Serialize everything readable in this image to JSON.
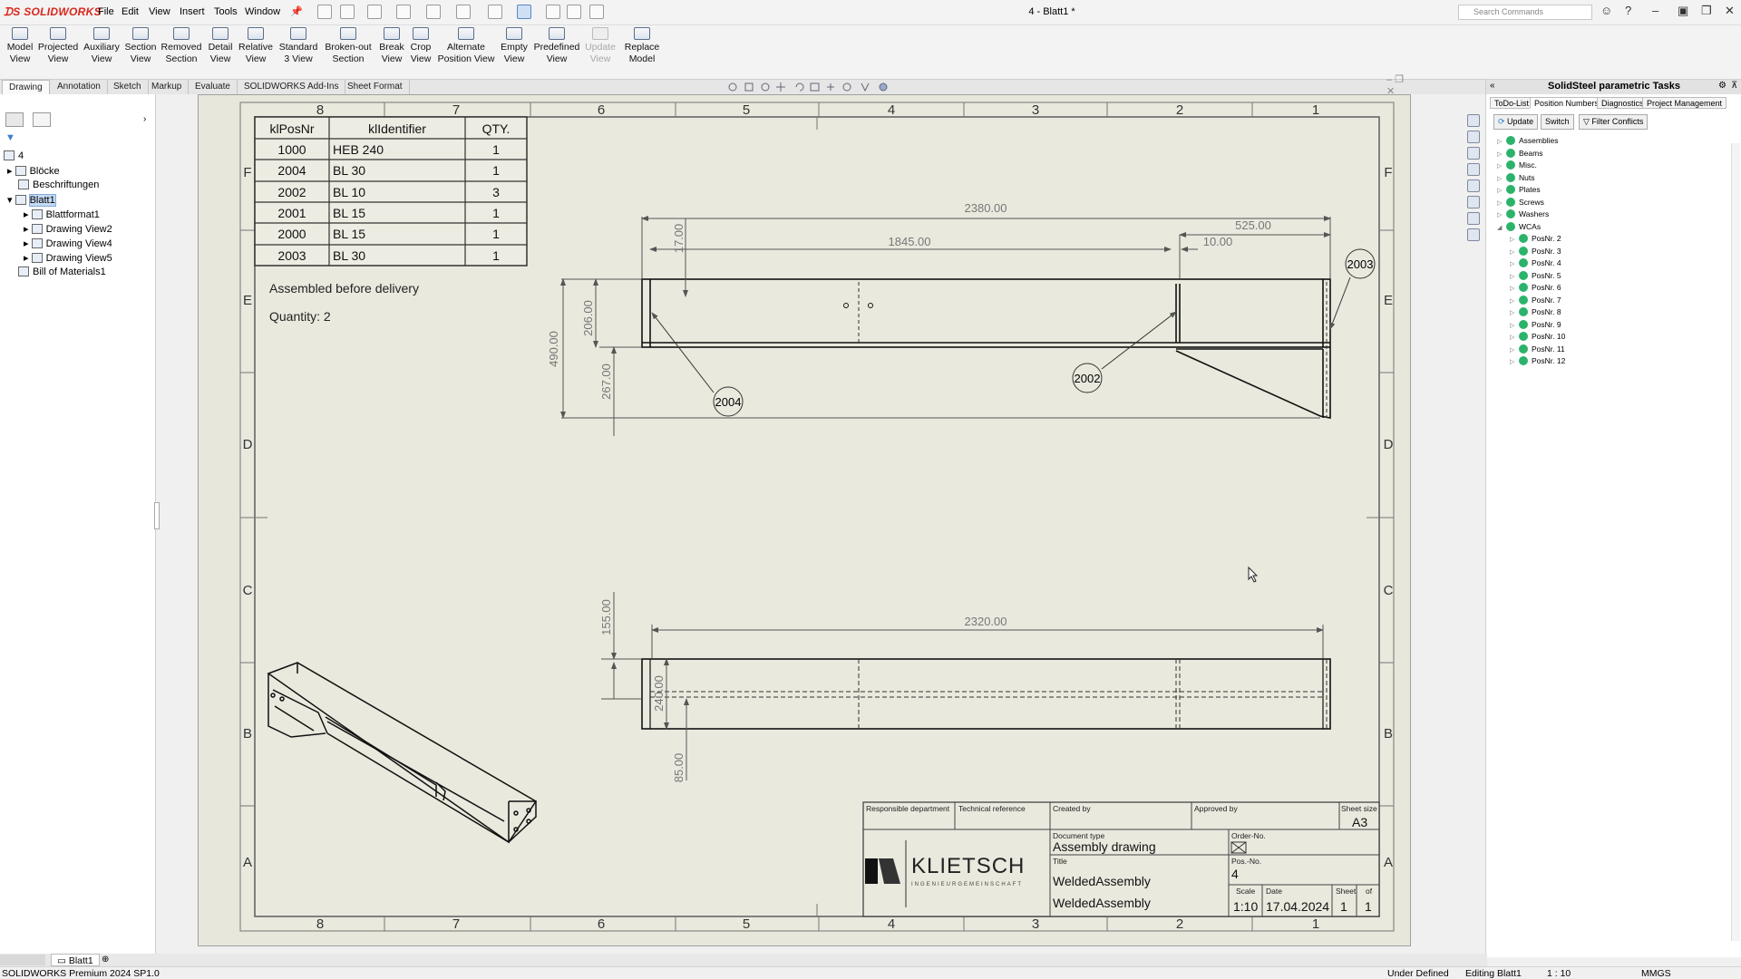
{
  "app": {
    "logo": "SOLIDWORKS",
    "doc_title": "4 - Blatt1 *",
    "search_placeholder": "Search Commands"
  },
  "menu": [
    "File",
    "Edit",
    "View",
    "Insert",
    "Tools",
    "Window"
  ],
  "ribbon": [
    {
      "l1": "Model",
      "l2": "View"
    },
    {
      "l1": "Projected",
      "l2": "View"
    },
    {
      "l1": "Auxiliary",
      "l2": "View"
    },
    {
      "l1": "Section",
      "l2": "View"
    },
    {
      "l1": "Removed",
      "l2": "Section"
    },
    {
      "l1": "Detail",
      "l2": "View"
    },
    {
      "l1": "Relative",
      "l2": "View"
    },
    {
      "l1": "Standard",
      "l2": "3 View"
    },
    {
      "l1": "Broken-out",
      "l2": "Section"
    },
    {
      "l1": "Break",
      "l2": "View"
    },
    {
      "l1": "Crop",
      "l2": "View"
    },
    {
      "l1": "Alternate",
      "l2": "Position View"
    },
    {
      "l1": "Empty",
      "l2": "View"
    },
    {
      "l1": "Predefined",
      "l2": "View"
    },
    {
      "l1": "Update",
      "l2": "View"
    },
    {
      "l1": "Replace",
      "l2": "Model"
    }
  ],
  "tabs": [
    "Drawing",
    "Annotation",
    "Sketch",
    "Markup",
    "Evaluate",
    "SOLIDWORKS Add-Ins",
    "Sheet Format"
  ],
  "tree": {
    "root": "4",
    "items": [
      "Blöcke",
      "Beschriftungen",
      "Blatt1",
      "Blattformat1",
      "Drawing View2",
      "Drawing View4",
      "Drawing View5",
      "Bill of Materials1"
    ]
  },
  "bom": {
    "headers": [
      "klPosNr",
      "klIdentifier",
      "QTY."
    ],
    "rows": [
      [
        "1000",
        "HEB 240",
        "1"
      ],
      [
        "2004",
        "BL 30",
        "1"
      ],
      [
        "2002",
        "BL 10",
        "3"
      ],
      [
        "2001",
        "BL 15",
        "1"
      ],
      [
        "2000",
        "BL 15",
        "1"
      ],
      [
        "2003",
        "BL 30",
        "1"
      ]
    ]
  },
  "notes": {
    "n1": "Assembled before delivery",
    "n2": "Quantity: 2"
  },
  "zones": {
    "cols": [
      "8",
      "7",
      "6",
      "5",
      "4",
      "3",
      "2",
      "1"
    ],
    "rows": [
      "F",
      "E",
      "D",
      "C",
      "B",
      "A"
    ]
  },
  "dims": {
    "d2380": "2380.00",
    "d525": "525.00",
    "d1845": "1845.00",
    "d1000": "10.00",
    "d17": "17.00",
    "d206": "206.00",
    "d490": "490.00",
    "d267": "267.00",
    "d2320": "2320.00",
    "d155": "155.00",
    "d240": "240.00",
    "d85": "85.00"
  },
  "balloons": {
    "b2003": "2003",
    "b2004": "2004",
    "b2002": "2002"
  },
  "titleblock": {
    "resp": "Responsible department",
    "tech": "Technical reference",
    "created": "Created by",
    "approved": "Approved by",
    "sheetsize": "Sheet size",
    "sheetsize_val": "A3",
    "doctype": "Document type",
    "doctype_val": "Assembly drawing",
    "orderno": "Order-No.",
    "title": "Title",
    "title_val": "WeldedAssembly",
    "title_val2": "WeldedAssembly",
    "posno": "Pos.-No.",
    "posno_val": "4",
    "scale": "Scale",
    "scale_val": "1:10",
    "date": "Date",
    "date_val": "17.04.2024",
    "sheet": "Sheet",
    "sheet_val": "1",
    "of": "of",
    "of_val": "1",
    "logo": "KLIETSCH",
    "logo_sub": "INGENIEURGEMEINSCHAFT"
  },
  "right": {
    "title": "SolidSteel parametric Tasks",
    "tabs": [
      "ToDo-List",
      "Position Numbers",
      "Diagnostics",
      "Project Management"
    ],
    "buttons": [
      "Update",
      "Switch",
      "Filter Conflicts"
    ],
    "groups": [
      "Assemblies",
      "Beams",
      "Misc.",
      "Nuts",
      "Plates",
      "Screws",
      "Washers",
      "WCAs"
    ],
    "wcas": [
      "PosNr. 2",
      "PosNr. 3",
      "PosNr. 4",
      "PosNr. 5",
      "PosNr. 6",
      "PosNr. 7",
      "PosNr. 8",
      "PosNr. 9",
      "PosNr. 10",
      "PosNr. 11",
      "PosNr. 12"
    ]
  },
  "sheettab": "Blatt1",
  "status": {
    "left": "SOLIDWORKS Premium 2024 SP1.0",
    "defined": "Under Defined",
    "editing": "Editing Blatt1",
    "scale": "1 : 10",
    "units": "MMGS"
  }
}
